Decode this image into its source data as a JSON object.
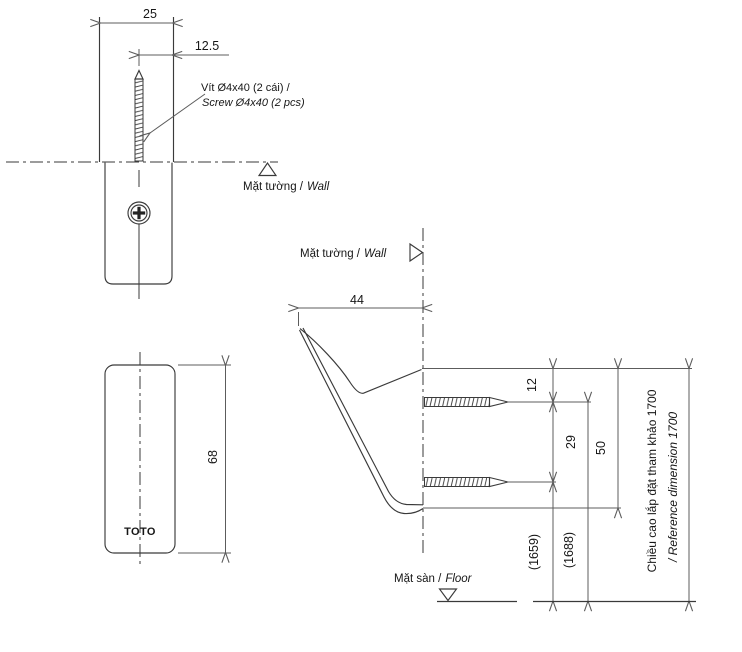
{
  "page": {
    "background": "#ffffff"
  },
  "colors": {
    "object_line": "#3a3a3a",
    "dim_line": "#5c5c5c",
    "text": "#161616"
  },
  "views": {
    "top": {
      "width_dim": "25",
      "screw_offset_dim": "12.5",
      "screw_note_vi": "Vít Ø4x40 (2 cái) /",
      "screw_note_en": "Screw Ø4x40 (2 pcs)",
      "wall_label_vi": "Mặt tường /",
      "wall_label_en": "Wall"
    },
    "front": {
      "height_dim": "68",
      "brand_logo": "TOTO"
    },
    "side": {
      "wall_label_vi": "Mặt tường /",
      "wall_label_en": "Wall",
      "floor_label_vi": "Mặt sàn /",
      "floor_label_en": "Floor",
      "depth_dim": "44",
      "top_to_upper_screw_dim": "12",
      "screw_spacing_dim": "29",
      "plate_height_dim": "50",
      "floor_to_lower_screw_dim": "(1659)",
      "floor_to_upper_screw_dim": "(1688)",
      "install_height_vi": "Chiều cao lắp đặt tham khảo 1700",
      "install_height_en": "/ Reference dimension 1700"
    }
  }
}
